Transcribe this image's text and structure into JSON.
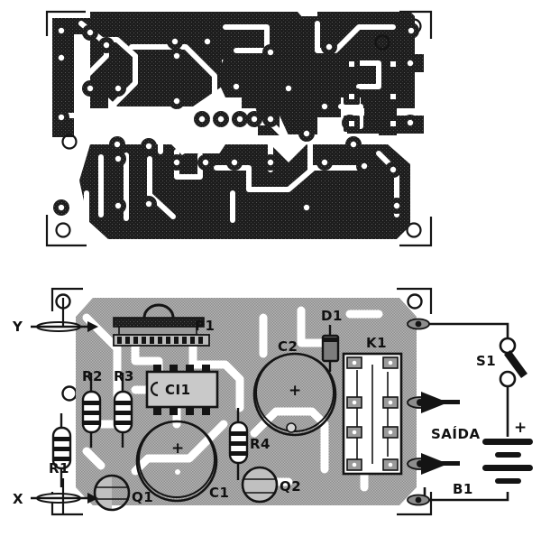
{
  "figure": {
    "title_visible": false,
    "panels": [
      {
        "name": "pcb-copper-layout",
        "description": "Printed circuit board copper track pattern (solder side), black copper areas on white substrate with corner registration brackets and drill pads"
      },
      {
        "name": "component-placement-layout",
        "description": "Component side assembly drawing with labeled parts, external wiring to switch and battery"
      }
    ]
  },
  "components": {
    "P1": {
      "ref": "P1",
      "type": "trimmer-potentiometer"
    },
    "CI1": {
      "ref": "CI1",
      "type": "integrated-circuit-dip8"
    },
    "R1": {
      "ref": "R1",
      "type": "resistor"
    },
    "R2": {
      "ref": "R2",
      "type": "resistor"
    },
    "R3": {
      "ref": "R3",
      "type": "resistor"
    },
    "R4": {
      "ref": "R4",
      "type": "resistor"
    },
    "C1": {
      "ref": "C1",
      "type": "electrolytic-capacitor",
      "polarity": "+"
    },
    "C2": {
      "ref": "C2",
      "type": "electrolytic-capacitor",
      "polarity": "+"
    },
    "D1": {
      "ref": "D1",
      "type": "diode"
    },
    "Q1": {
      "ref": "Q1",
      "type": "transistor-to92"
    },
    "Q2": {
      "ref": "Q2",
      "type": "transistor-to92"
    },
    "K1": {
      "ref": "K1",
      "type": "relay"
    },
    "S1": {
      "ref": "S1",
      "type": "switch"
    },
    "B1": {
      "ref": "B1",
      "type": "battery",
      "polarity": "+"
    }
  },
  "terminals": {
    "X": "X",
    "Y": "Y",
    "output_label": "SAÍDA",
    "battery_plus": "+",
    "c1_plus": "+",
    "c2_plus": "+"
  },
  "colors": {
    "copper": "#1d1d1d",
    "board_fill": "#9c9c9c",
    "board_hatch": "#bdbdbd",
    "ink": "#141414",
    "paper": "#ffffff"
  }
}
